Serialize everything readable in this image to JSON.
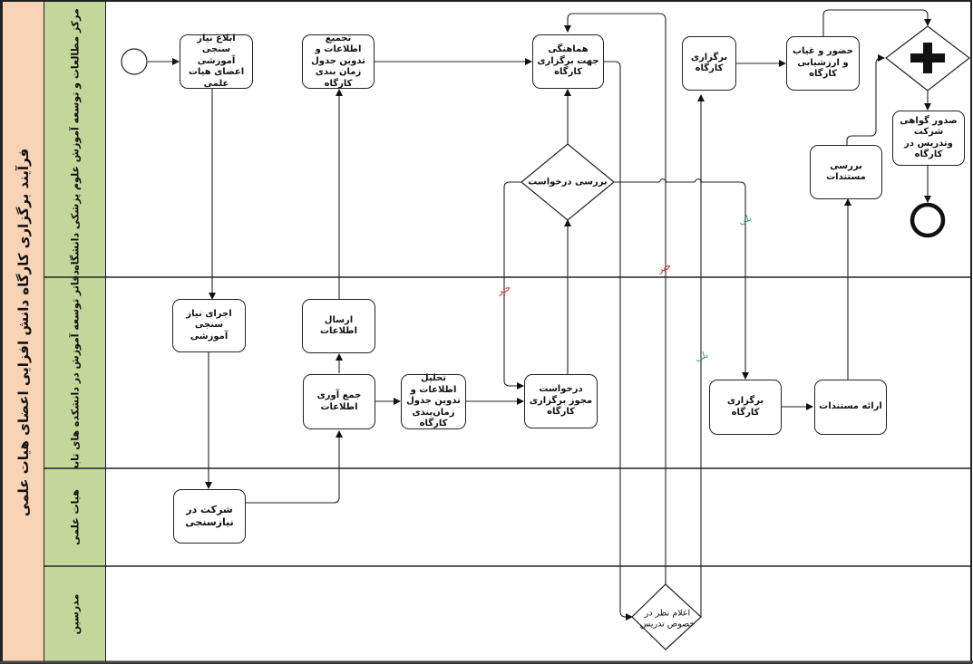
{
  "pool": {
    "title": "فرآیند برگزاری کارگاه دانش افزایی اعضای هیات علمی"
  },
  "lanes": [
    {
      "id": "center",
      "label": "مرکز مطالعات و توسعه آموزش علوم پزشکی دانشگاه"
    },
    {
      "id": "offices",
      "label": "دفاتر توسعه آموزش در دانشکده های تابعه"
    },
    {
      "id": "faculty",
      "label": "هیات علمی"
    },
    {
      "id": "teachers",
      "label": "مدرسین"
    }
  ],
  "events": {
    "start": {
      "type": "start"
    },
    "end": {
      "type": "end"
    }
  },
  "tasks": {
    "announce_needs": "ابلاغ نیاز سنجی آموزشی اعضای هیات علمی",
    "compile_schedule": "تجمیع اطلاعات و تدوین جدول زمان بندی کارگاه",
    "coordinate": "هماهنگی جهت برگزاری کارگاه",
    "hold_workshop_center": "برگزاری کارگاه",
    "attendance": "حضور و غیاب و ارزشیابی کارگاه",
    "certificate": "صدور گواهی شرکت وتدریس در کارگاه",
    "review_docs": "بررسی مستندات",
    "execute_needs": "اجرای نیاز سنجی آموزشی",
    "send_info": "ارسال اطلاعات",
    "collect_info": "جمع آوری اطلاعات",
    "analyze_info": "تحلیل اطلاعات و تدوین جدول زمان‌بندی کارگاه",
    "request_permit": "درخواست مجوز برگزاری کارگاه",
    "hold_workshop_office": "برگزاری کارگاه",
    "present_docs": "ارائه مستندات",
    "participate": "شرکت در نیازسنجی"
  },
  "gateways": {
    "review_request": "بررسی درخواست",
    "teacher_opinion": "اعلام نظر در خصوص تدریس",
    "parallel_join": "+"
  },
  "flow_labels": {
    "yes": "بلی",
    "no": "خیر"
  },
  "colors": {
    "pool_header": "#f9d3b5",
    "lane_header": "#c4d79b",
    "yes_label": "#2e8b57",
    "no_label": "#d42020",
    "stroke": "#222222"
  }
}
